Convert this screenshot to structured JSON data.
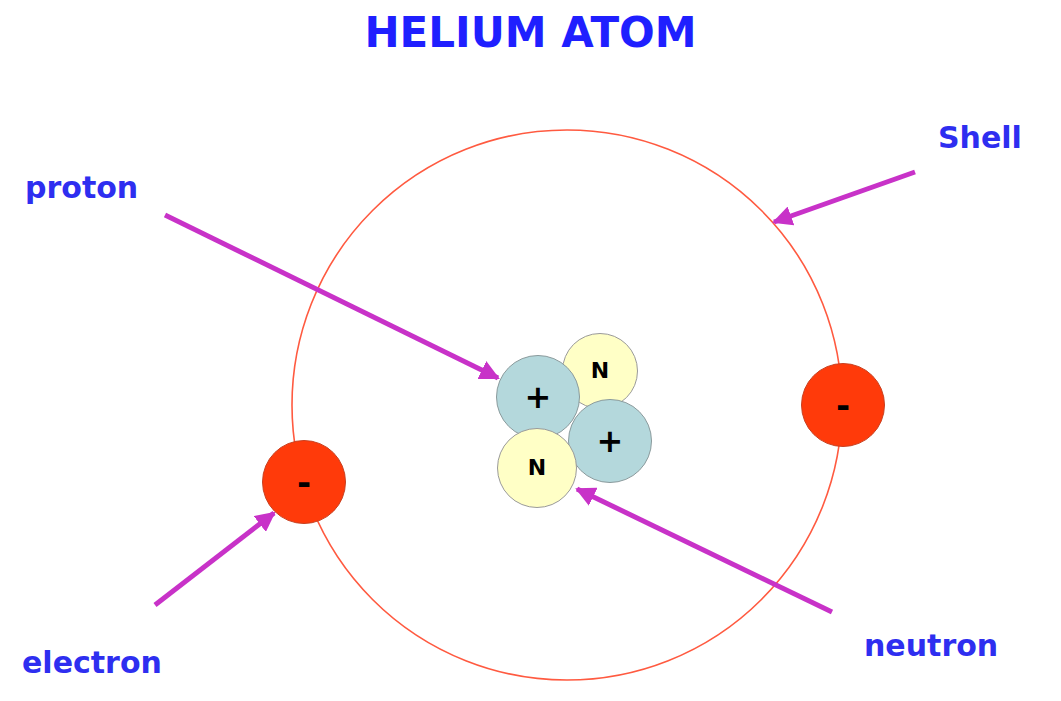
{
  "diagram": {
    "title": "HELIUM ATOM",
    "nodes": [
      {
        "text": [
          "N"
        ]
      },
      {
        "text": [
          "+"
        ]
      },
      {
        "text": [
          "+"
        ]
      },
      {
        "text": [
          "N"
        ]
      },
      {
        "text": [
          "-"
        ]
      },
      {
        "text": [
          "-"
        ]
      }
    ],
    "labels": [
      "proton",
      "Shell",
      "electron",
      "neutron"
    ]
  }
}
